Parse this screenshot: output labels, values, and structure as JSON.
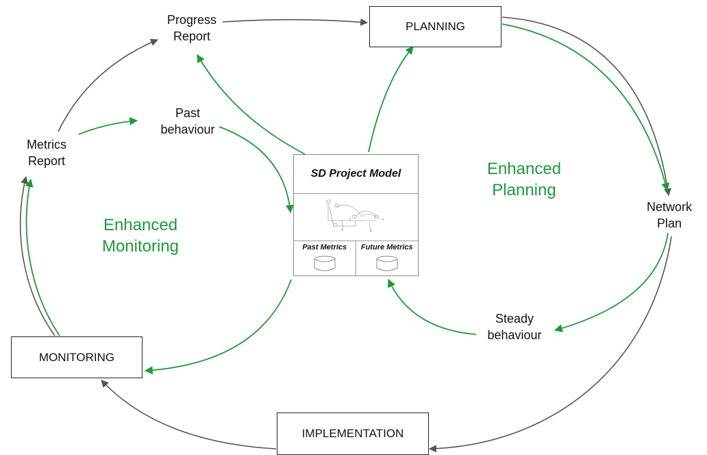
{
  "nodes": {
    "planning": "PLANNING",
    "monitoring": "MONITORING",
    "implementation": "IMPLEMENTATION",
    "progress_report": [
      "Progress",
      "Report"
    ],
    "past_behaviour": [
      "Past",
      "behaviour"
    ],
    "metrics_report": [
      "Metrics",
      "Report"
    ],
    "network_plan": [
      "Network",
      "Plan"
    ],
    "steady_behaviour": [
      "Steady",
      "behaviour"
    ]
  },
  "regions": {
    "enhanced_monitoring": [
      "Enhanced",
      "Monitoring"
    ],
    "enhanced_planning": [
      "Enhanced",
      "Planning"
    ]
  },
  "model": {
    "title": "SD Project Model",
    "past_metrics": "Past Metrics",
    "future_metrics": "Future Metrics"
  },
  "colors": {
    "gray_arrow": "#555555",
    "green_arrow": "#1e9a3a",
    "green_text": "#1e9a3a"
  },
  "icons": [
    "database-icon",
    "stock-flow-thumbnail-icon"
  ]
}
